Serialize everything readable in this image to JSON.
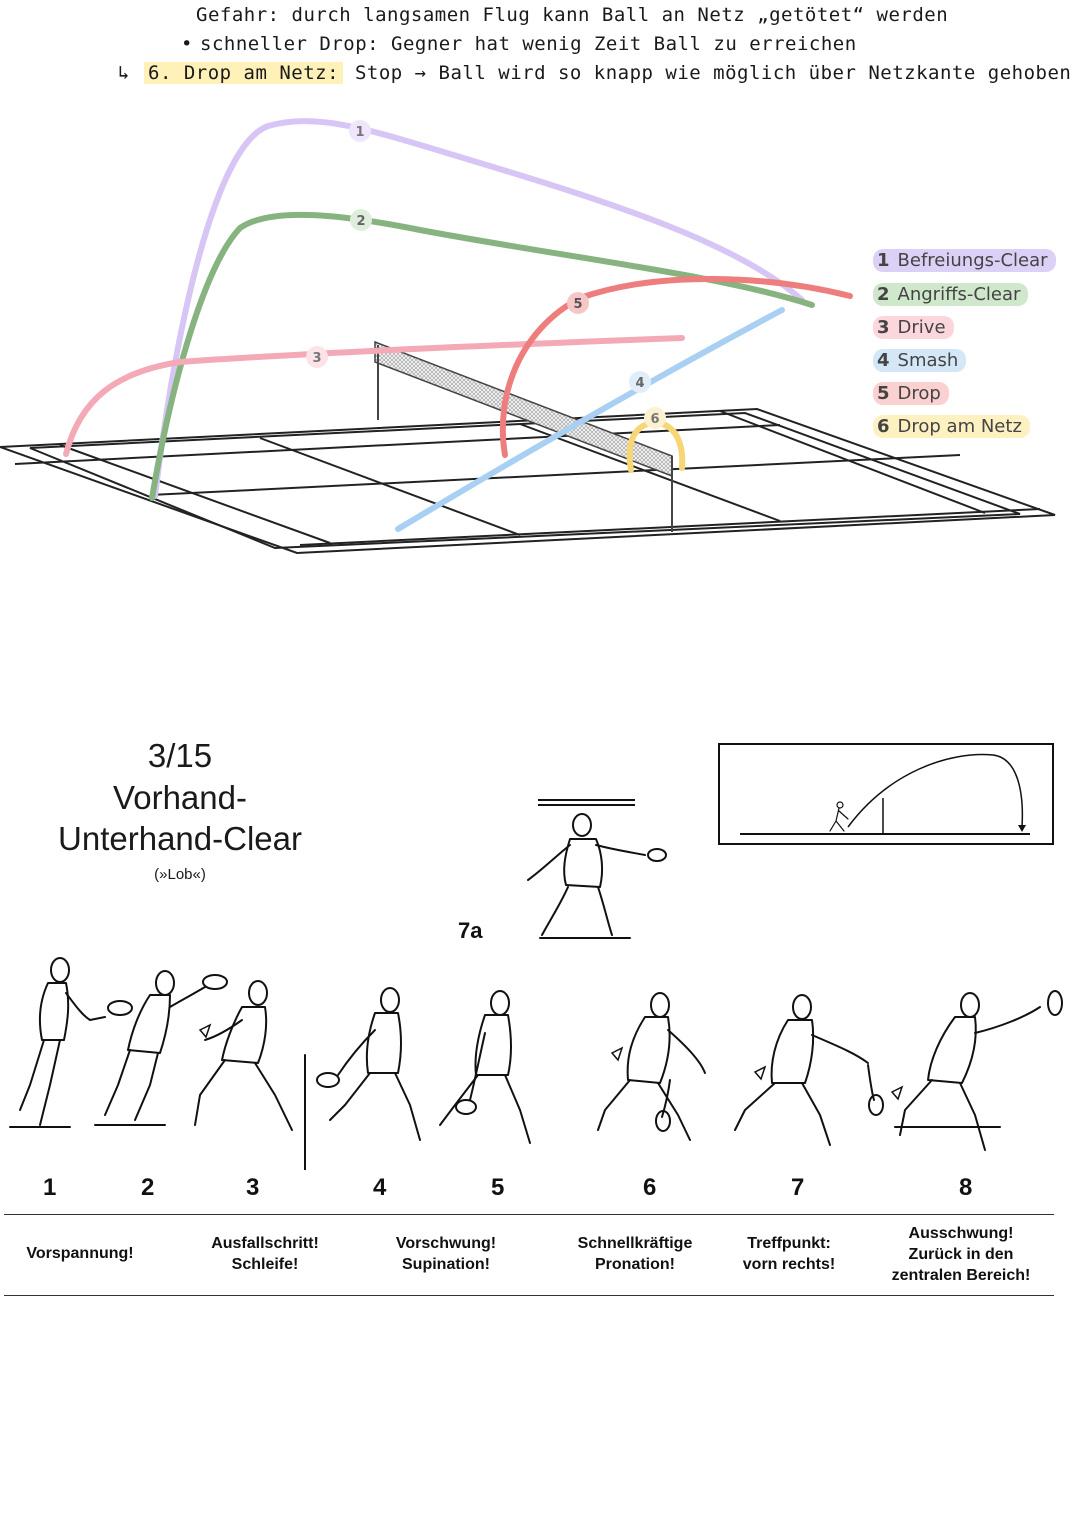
{
  "notes": {
    "line1": "Gefahr: durch langsamen Flug kann Ball an Netz „getötet“ werden",
    "line2_bullet": "•",
    "line2": "schneller Drop: Gegner hat wenig Zeit Ball zu erreichen",
    "line3_arrow": "↳",
    "line3_highlight": "6. Drop am Netz:",
    "line3_rest": "Stop → Ball wird so knapp wie möglich über Netzkante gehoben"
  },
  "legend": [
    {
      "num": "1",
      "label": "Befreiungs-Clear",
      "color": "#ddd0f7"
    },
    {
      "num": "2",
      "label": "Angriffs-Clear",
      "color": "#cfe8cc"
    },
    {
      "num": "3",
      "label": "Drive",
      "color": "#fbd6dc"
    },
    {
      "num": "4",
      "label": "Smash",
      "color": "#d3e7f7"
    },
    {
      "num": "5",
      "label": "Drop",
      "color": "#fbd0d0"
    },
    {
      "num": "6",
      "label": "Drop am Netz",
      "color": "#fdf1c2"
    }
  ],
  "trajectory_colors": {
    "1": "#d7c6f5",
    "2": "#86b37f",
    "3": "#f4a9b6",
    "4": "#a9d0f2",
    "5": "#ee7d7d",
    "6": "#f7d676"
  },
  "technique": {
    "number": "3/15",
    "title_line1": "Vorhand-",
    "title_line2": "Unterhand-Clear",
    "subtitle": "(»Lob«)",
    "inset_label": "7a"
  },
  "steps": [
    {
      "num": "1"
    },
    {
      "num": "2"
    },
    {
      "num": "3"
    },
    {
      "num": "4"
    },
    {
      "num": "5"
    },
    {
      "num": "6"
    },
    {
      "num": "7"
    },
    {
      "num": "8"
    }
  ],
  "captions": {
    "c1": "Vorspannung!",
    "c3_l1": "Ausfallschritt!",
    "c3_l2": "Schleife!",
    "c45_l1": "Vorschwung!",
    "c45_l2": "Supination!",
    "c6_l1": "Schnellkräftige",
    "c6_l2": "Pronation!",
    "c7_l1": "Treffpunkt:",
    "c7_l2": "vorn rechts!",
    "c8_l1": "Ausschwung!",
    "c8_l2": "Zurück in den",
    "c8_l3": "zentralen Bereich!"
  }
}
